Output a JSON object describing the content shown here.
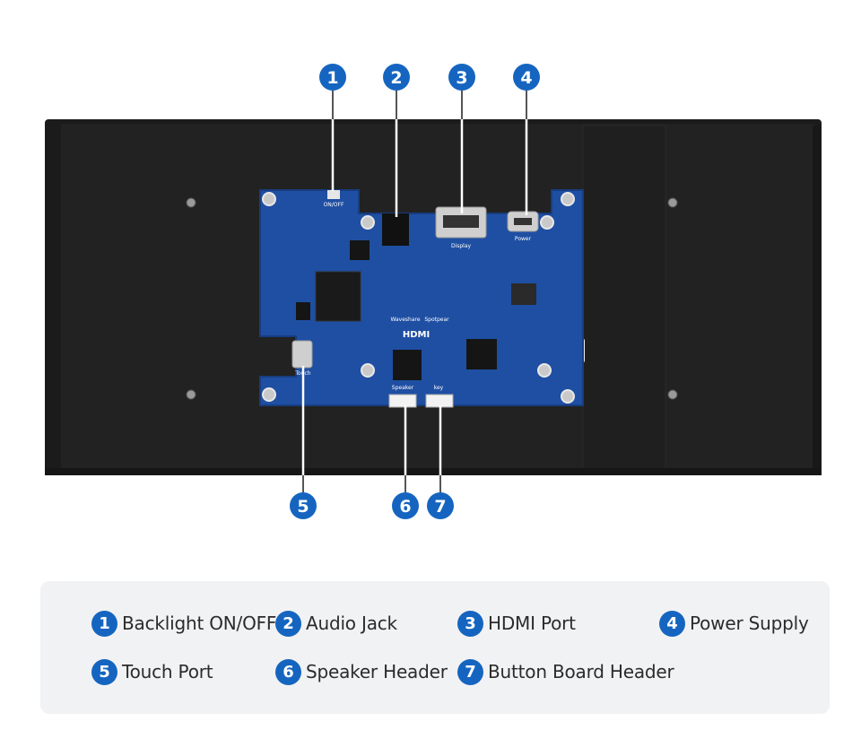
{
  "callouts": [
    {
      "num": "1",
      "label": "Backlight ON/OFF"
    },
    {
      "num": "2",
      "label": "Audio Jack"
    },
    {
      "num": "3",
      "label": "HDMI Port"
    },
    {
      "num": "4",
      "label": "Power Supply"
    },
    {
      "num": "5",
      "label": "Touch Port"
    },
    {
      "num": "6",
      "label": "Speaker Header"
    },
    {
      "num": "7",
      "label": "Button Board Header"
    }
  ],
  "board_text": {
    "onoff": "ON/OFF",
    "display": "Display",
    "power": "Power",
    "touch": "Touch",
    "speaker": "Speaker",
    "key": "key",
    "brand1": "Waveshare",
    "brand2": "Spotpear",
    "hdmi_logo": "HDMI"
  },
  "colors": {
    "callout_blue": "#1565c0",
    "pcb_blue": "#1f4fa3",
    "panel_black": "#1a1a1a",
    "legend_bg": "#f1f2f4"
  }
}
